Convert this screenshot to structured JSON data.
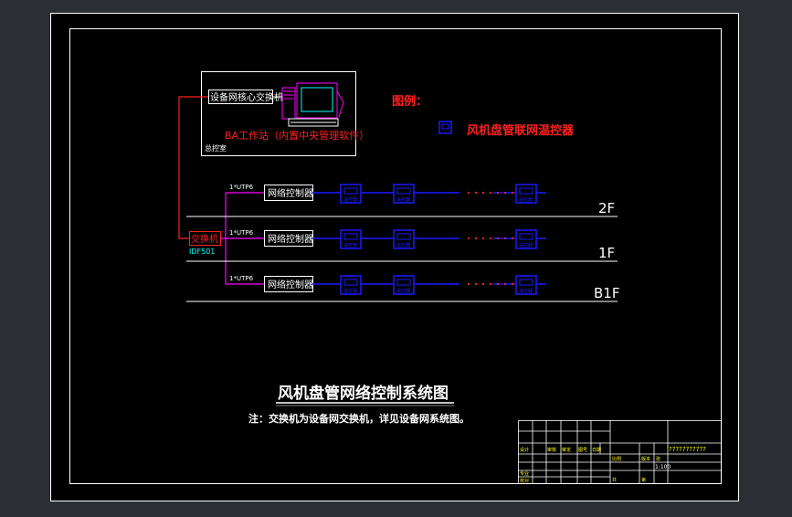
{
  "colors": {
    "background": "#2b2e33",
    "sheet": "#000000",
    "frame": "#ffffff",
    "red": "#ff2020",
    "magenta": "#ff00ff",
    "blue": "#1a1aff",
    "cyan": "#00ffff",
    "white": "#ffffff"
  },
  "workstation": {
    "switch_label": "设备网核心交换机",
    "ba_label": "BA工作站（内置中央管理软件）",
    "room_label": "总控室"
  },
  "legend": {
    "title": "图例：",
    "item_label": "风机盘管联网温控器"
  },
  "switch": {
    "label": "交换机",
    "id": "IDF501"
  },
  "floors": [
    {
      "name": "2F",
      "cable": "1*UTP6",
      "controller": "网络控制器"
    },
    {
      "name": "1F",
      "cable": "1*UTP6",
      "controller": "网络控制器"
    },
    {
      "name": "B1F",
      "cable": "1*UTP6",
      "controller": "网络控制器"
    }
  ],
  "thermostat_label": "温控器",
  "title": "风机盘管网络控制系统图",
  "note": "注：交换机为设备网交换机，详见设备网系统图。",
  "title_block": {
    "project": "???????????",
    "scale": "1:100",
    "cells": [
      "设计",
      "审核",
      "审定",
      "图号",
      "日期",
      "比例",
      "版本",
      "张",
      "共",
      "第",
      "专业",
      "校对"
    ]
  },
  "icons": [
    "workstation-computer-icon",
    "thermostat-icon"
  ]
}
